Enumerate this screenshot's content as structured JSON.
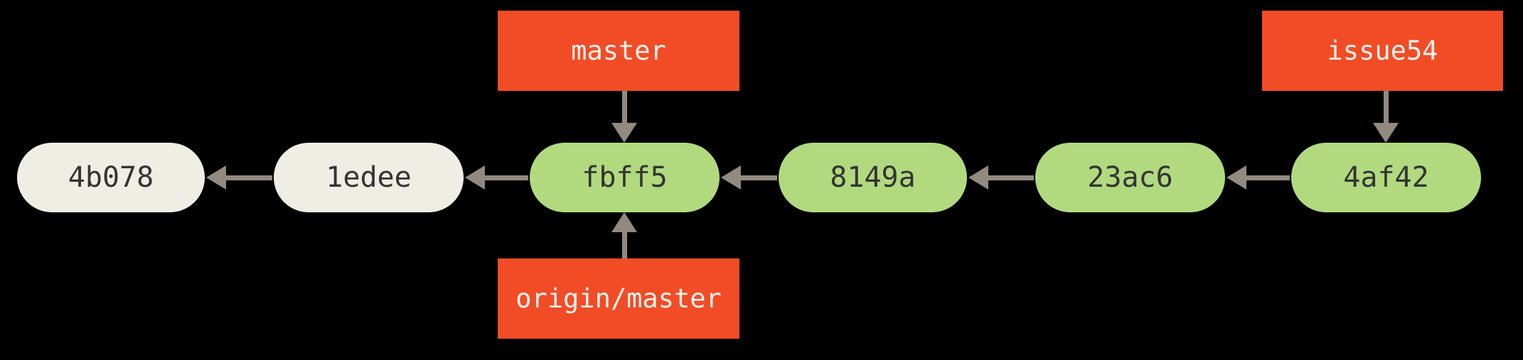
{
  "diagram": {
    "type": "git-commit-graph",
    "colors": {
      "background": "#000000",
      "commit_green": "#b1da7f",
      "commit_gray": "#efeee5",
      "branch_red": "#f14c26",
      "arrow": "#92897f",
      "commit_text": "#343432",
      "branch_text": "#f6f3ed"
    },
    "commits": [
      {
        "id": "4b078",
        "color": "gray"
      },
      {
        "id": "1edee",
        "color": "gray"
      },
      {
        "id": "fbff5",
        "color": "green"
      },
      {
        "id": "8149a",
        "color": "green"
      },
      {
        "id": "23ac6",
        "color": "green"
      },
      {
        "id": "4af42",
        "color": "green"
      }
    ],
    "edges": [
      {
        "from": "1edee",
        "to": "4b078",
        "direction": "left"
      },
      {
        "from": "fbff5",
        "to": "1edee",
        "direction": "left"
      },
      {
        "from": "8149a",
        "to": "fbff5",
        "direction": "left"
      },
      {
        "from": "23ac6",
        "to": "8149a",
        "direction": "left"
      },
      {
        "from": "4af42",
        "to": "23ac6",
        "direction": "left"
      }
    ],
    "branches": [
      {
        "name": "master",
        "points_to": "fbff5",
        "placement": "above"
      },
      {
        "name": "origin/master",
        "points_to": "fbff5",
        "placement": "below"
      },
      {
        "name": "issue54",
        "points_to": "4af42",
        "placement": "above"
      }
    ]
  }
}
